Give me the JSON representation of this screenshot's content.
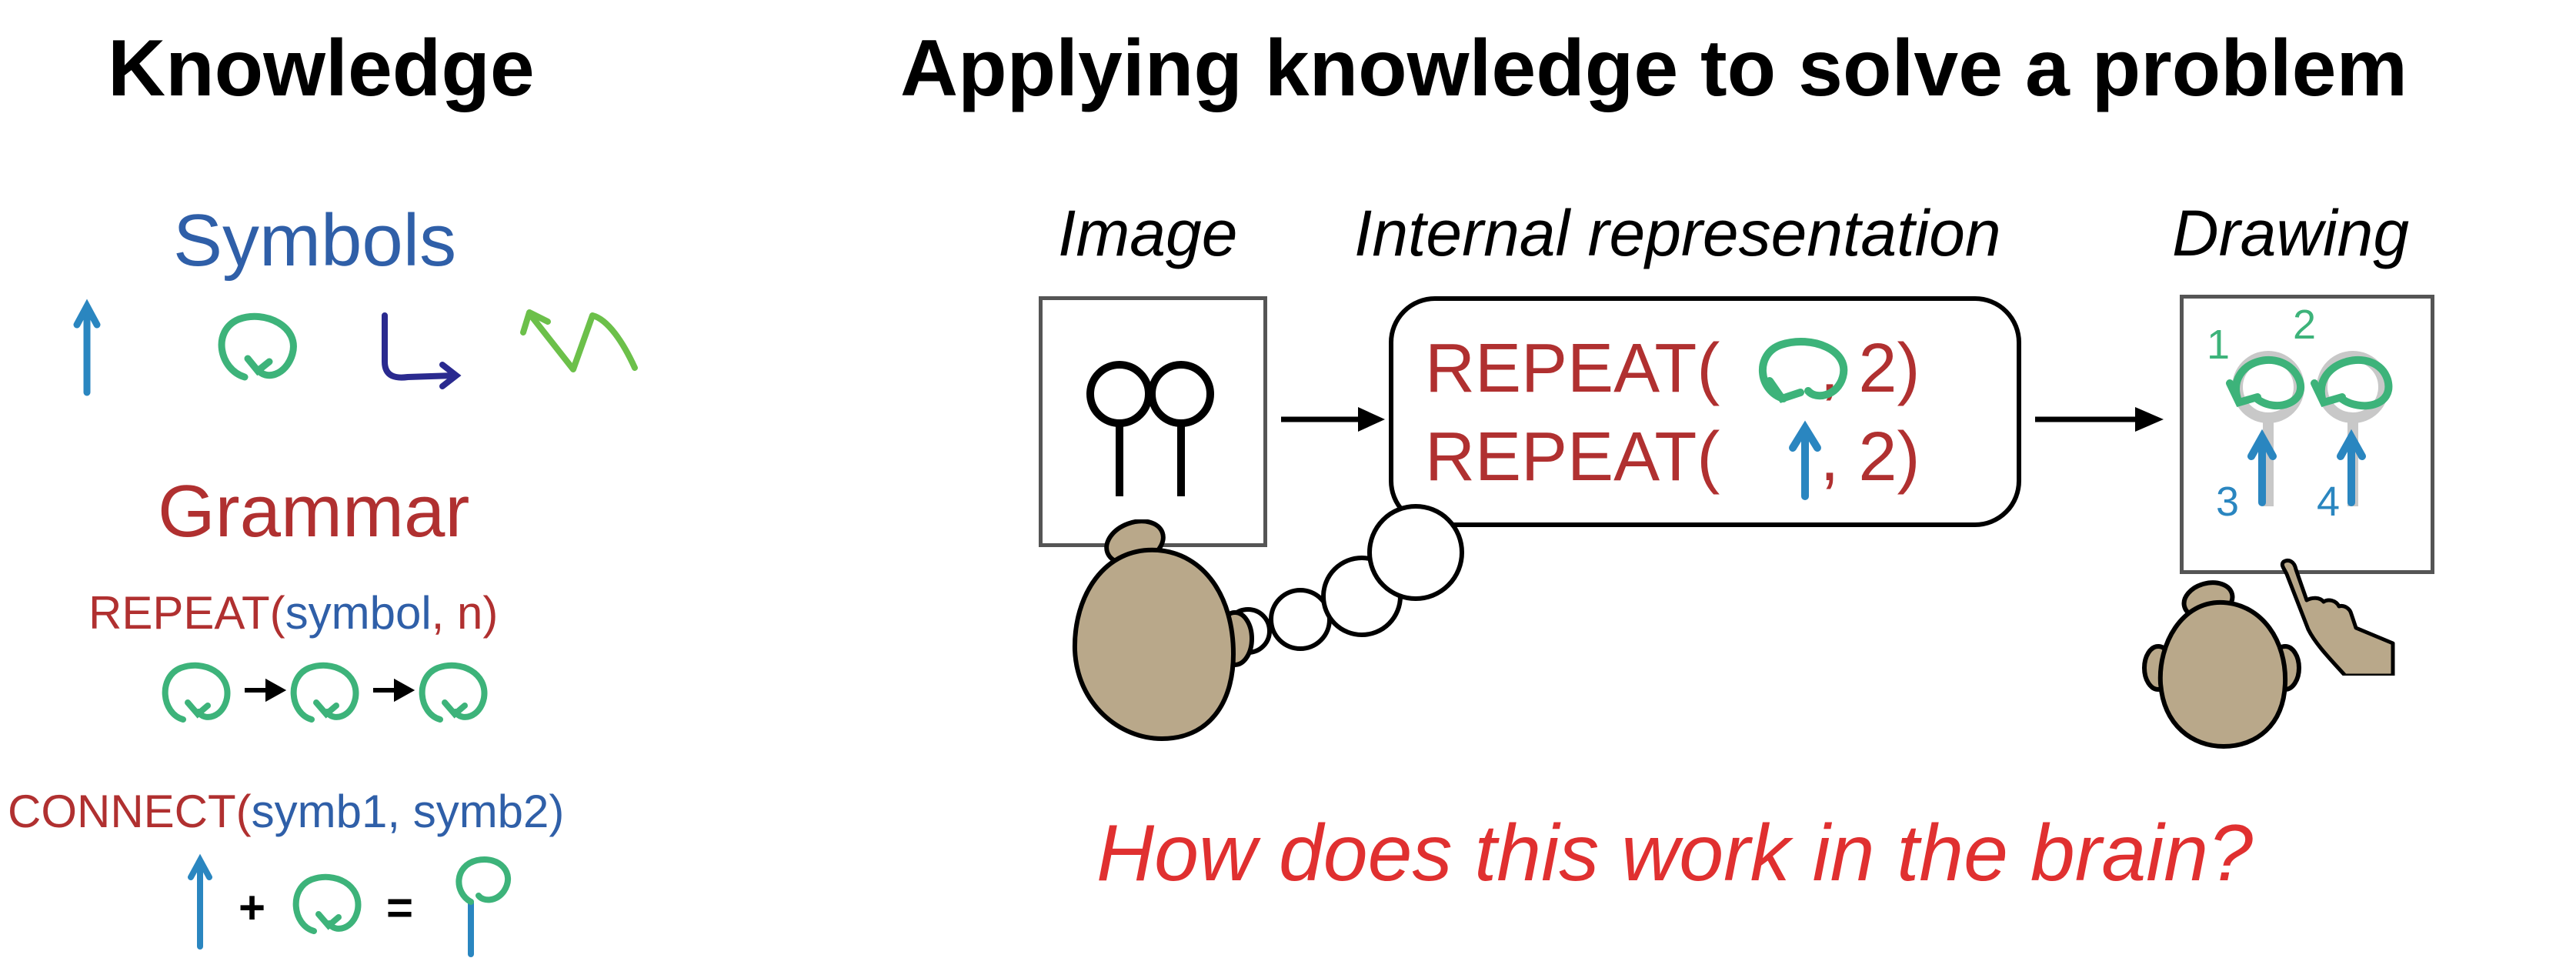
{
  "left": {
    "title": "Knowledge",
    "symbols_heading": "Symbols",
    "grammar_heading": "Grammar",
    "repeat": {
      "fn": "REPEAT(",
      "arg1": "symbol",
      "sep": ", ",
      "arg2": "n",
      "close": ")"
    },
    "connect": {
      "fn": "CONNECT(",
      "arg1": "symb1",
      "sep": ", ",
      "arg2": "symb2",
      "close": ")"
    },
    "plus": "+",
    "equals": "="
  },
  "right": {
    "title": "Applying knowledge to solve a problem",
    "image_label": "Image",
    "internal_label": "Internal representation",
    "drawing_label": "Drawing",
    "line1": {
      "fn": "REPEAT(",
      "rest": ", 2)"
    },
    "line2": {
      "fn": "REPEAT(",
      "rest": ", 2)"
    },
    "stroke_numbers": [
      "1",
      "2",
      "3",
      "4"
    ],
    "question": "How does this work in the brain?"
  },
  "colors": {
    "grammar_red": "#b03030",
    "symbol_blue": "#2f5fa8",
    "loop_green": "#3db37a",
    "arrow_blue": "#2a86c0",
    "dark_blue": "#2a2a8f",
    "zigzag_green": "#6cc04a",
    "question_red": "#e03030",
    "head": "#b9a88a"
  },
  "icons": [
    "up-arrow-icon",
    "loop-icon",
    "hook-arrow-icon",
    "zigzag-icon",
    "head-icon",
    "hand-icon",
    "thought-bubble-icon",
    "lollipop-pair-icon"
  ]
}
